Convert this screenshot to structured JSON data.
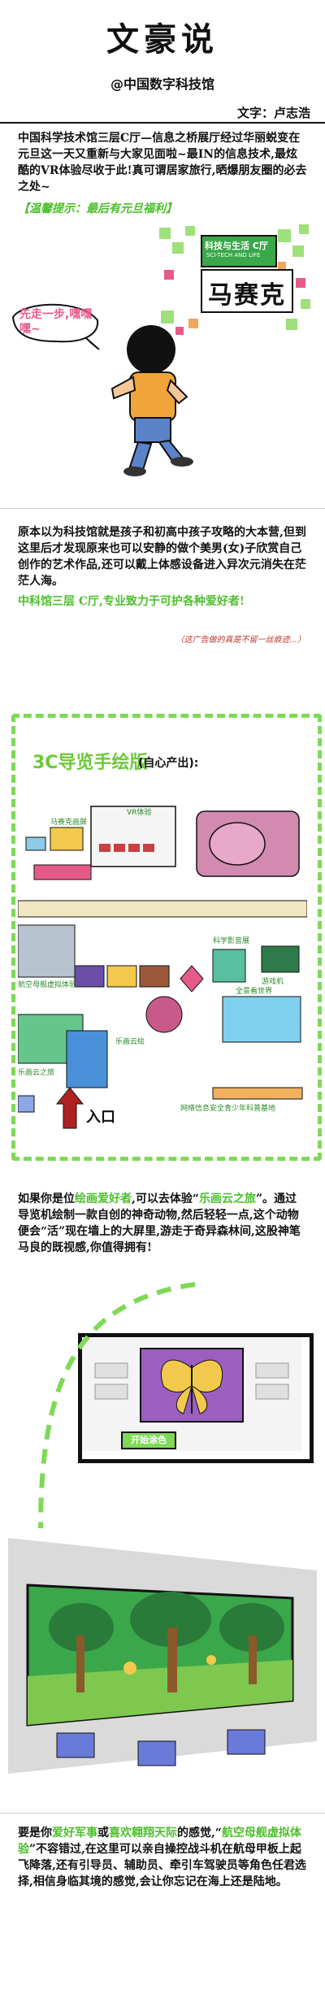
{
  "header": {
    "title": "文豪说",
    "subtitle": "@中国数字科技馆",
    "author": "文字：卢志浩"
  },
  "intro": {
    "paragraph": "中国科学技术馆三层C厅—信息之桥展厅经过华丽蜕变在元旦这一天又重新与大家见面啦~最IN的信息技术,最炫酷的VR体验尽收于此!真可谓居家旅行,晒爆朋友圈的必去之处~",
    "tip": "【温馨提示：最后有元旦福利】"
  },
  "sign": {
    "line1": "科技与生活 C厅",
    "line2": "SCI-TECH AND LIFE",
    "mosaic": "马赛克"
  },
  "comic1": {
    "speech": "先走一步,嘿嘿嘿~"
  },
  "section2": {
    "paragraph": "原本以为科技馆就是孩子和初高中孩子攻略的大本营,但到这里后才发现原来也可以安静的做个美男(女)子欣赏自己创作的艺术作品,还可以戴上体感设备进入异次元消失在茫茫人海。",
    "highlight": "中科馆三层 C厅,专业致力于可护各种爱好者!",
    "note": "（这广告做的真是不留一丝痕迹...）"
  },
  "map": {
    "title": "3C导览手绘版",
    "subtitle": "(自心产出):",
    "labels": {
      "vr": "VR体验",
      "mosaic_screen": "马赛克画屏",
      "music": "科学影音展",
      "drone": "航空母舰虚拟体验",
      "painting": "乐画云之旅",
      "draw": "乐画云绘",
      "entrance": "入口",
      "game": "游戏机",
      "world": "全景看世界",
      "protect": "网络信息安全青少年科普基地"
    }
  },
  "section3": {
    "paragraph_pre": "如果你是位",
    "highlight1": "绘画爱好者",
    "paragraph_mid": ",可以去体验“",
    "highlight2": "乐画云之旅",
    "paragraph_post": "”。通过导览机绘制一款自创的神奇动物,然后轻轻一点,这个动物便会“活”现在墙上的大屏里,游走于奇异森林间,这股神笔马良的既视感,你值得拥有!"
  },
  "screen": {
    "button": "开始涂色"
  },
  "section4": {
    "paragraph_pre": "要是你",
    "highlight1": "爱好军事",
    "paragraph_mid1": "或",
    "highlight2": "喜欢翱翔天际",
    "paragraph_mid2": "的感觉,“",
    "highlight3": "航空母舰虚拟体验",
    "paragraph_post": "”不容错过,在这里可以亲自操控战斗机在航母甲板上起飞降落,还有引导员、辅助员、牵引车驾驶员等角色任君选择,相信身临其境的感觉,会让你忘记在海上还是陆地。"
  },
  "colors": {
    "green": "#4cbf2b",
    "light_green": "#7ed957",
    "red": "#c0392b",
    "pink": "#e65a8a"
  }
}
